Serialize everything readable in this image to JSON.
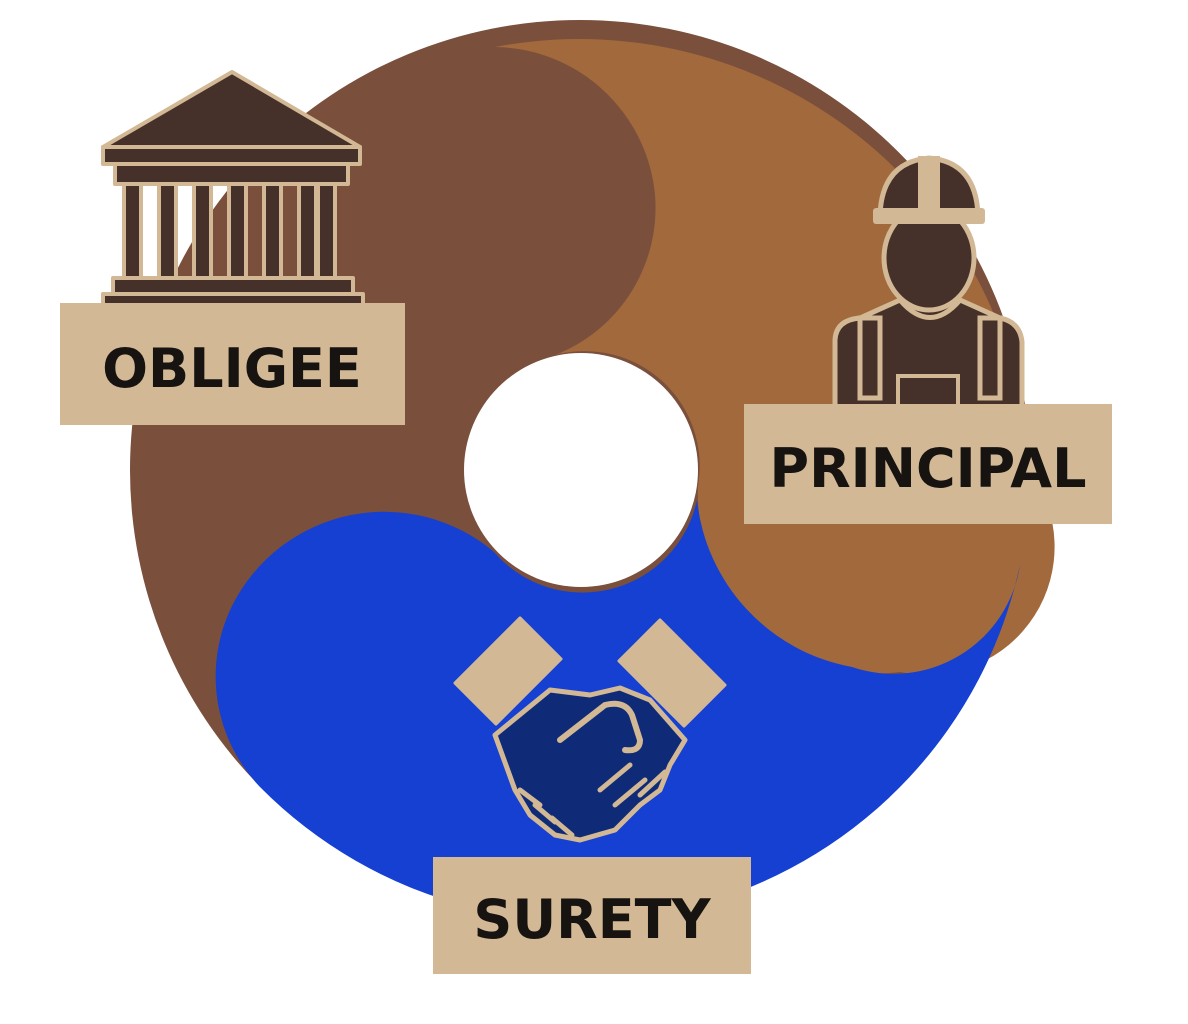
{
  "roles": {
    "obligee": {
      "label": "OBLIGEE",
      "icon": "courthouse-icon"
    },
    "principal": {
      "label": "PRINCIPAL",
      "icon": "construction-worker-icon"
    },
    "surety": {
      "label": "SURETY",
      "icon": "handshake-icon"
    }
  },
  "colors": {
    "obligee_segment": "#7a4f3c",
    "principal_segment": "#a1693c",
    "surety_segment": "#1540d2",
    "label_box": "#d2b894",
    "icon_dark": "#45312a",
    "icon_light": "#d2b894",
    "handshake_dark": "#0f2b78"
  }
}
